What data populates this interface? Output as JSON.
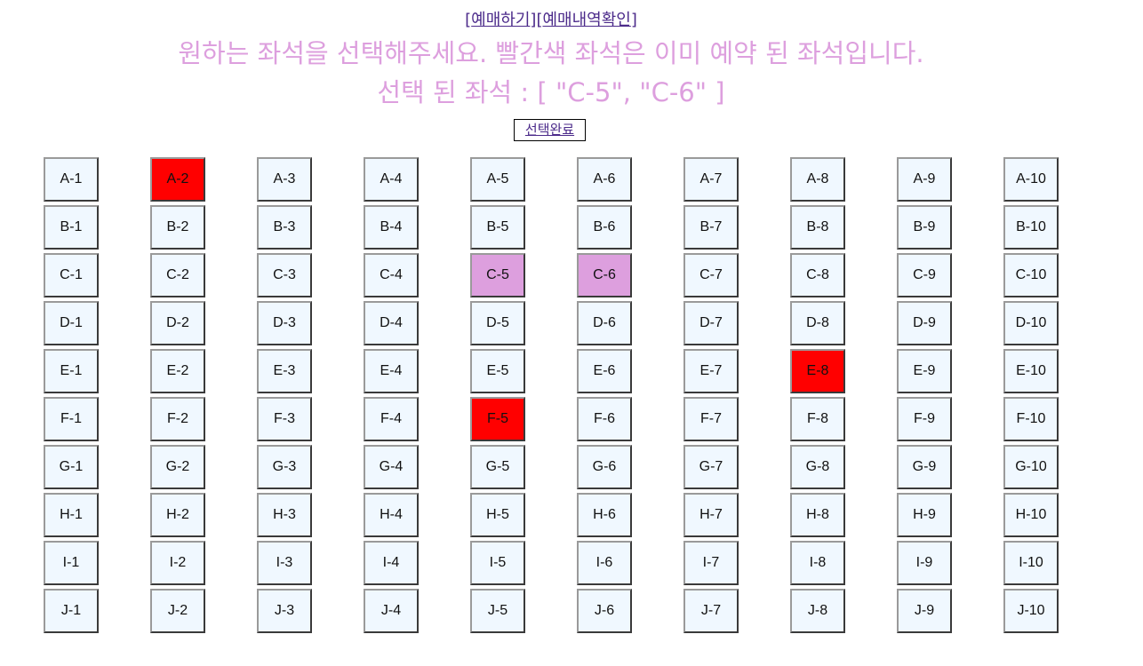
{
  "nav": {
    "booking_link": "예매하기",
    "history_link": "예매내역확인"
  },
  "heading": {
    "instruction": "원하는 좌석을 선택해주세요. 빨간색 좌석은 이미 예약 된 좌석입니다.",
    "selected_text": "선택 된 좌석 : [ \"C-5\", \"C-6\" ]"
  },
  "complete_button": "선택완료",
  "colors": {
    "available": "#f0f8ff",
    "reserved": "#ff0000",
    "selected": "#dd9fde",
    "heading": "#dd9fde"
  },
  "rows": [
    "A",
    "B",
    "C",
    "D",
    "E",
    "F",
    "G",
    "H",
    "I",
    "J"
  ],
  "columns": [
    1,
    2,
    3,
    4,
    5,
    6,
    7,
    8,
    9,
    10
  ],
  "reserved_seats": [
    "A-2",
    "E-8",
    "F-5"
  ],
  "selected_seats": [
    "C-5",
    "C-6"
  ]
}
